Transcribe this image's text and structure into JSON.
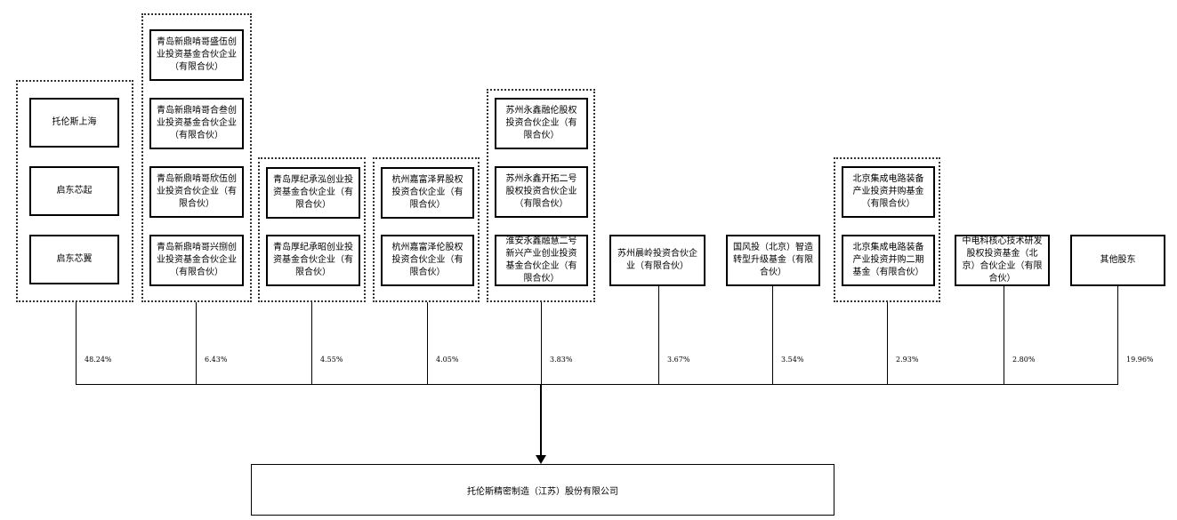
{
  "shareholders": [
    {
      "percent": "48.24%",
      "entities": [
        "托伦斯上海",
        "启东芯起",
        "启东芯翼"
      ]
    },
    {
      "percent": "6.43%",
      "entities": [
        "青岛新鼎啃哥盛伍创业投资基金合伙企业（有限合伙）",
        "青岛新鼎啃哥合叁创业投资基金合伙企业（有限合伙）",
        "青岛新鼎啃哥欣伍创业投资合伙企业（有限合伙）",
        "青岛新鼎啃哥兴捌创业投资基金合伙企业（有限合伙）"
      ]
    },
    {
      "percent": "4.55%",
      "entities": [
        "青岛厚纪承泓创业投资基金合伙企业（有限合伙）",
        "青岛厚纪承昭创业投资基金合伙企业（有限合伙）"
      ]
    },
    {
      "percent": "4.05%",
      "entities": [
        "杭州嘉富泽昇股权投资合伙企业（有限合伙）",
        "杭州嘉富泽伦股权投资合伙企业（有限合伙）"
      ]
    },
    {
      "percent": "3.83%",
      "entities": [
        "苏州永鑫融伦股权投资合伙企业（有限合伙）",
        "苏州永鑫开拓二号股权投资合伙企业（有限合伙）",
        "淮安永鑫融慧二号新兴产业创业投资基金合伙企业（有限合伙）"
      ]
    },
    {
      "percent": "3.67%",
      "entities": [
        "苏州晨岭投资合伙企业（有限合伙）"
      ]
    },
    {
      "percent": "3.54%",
      "entities": [
        "国风投（北京）智造转型升级基金（有限合伙）"
      ]
    },
    {
      "percent": "2.93%",
      "entities": [
        "北京集成电路装备产业投资并购基金（有限合伙）",
        "北京集成电路装备产业投资并购二期基金（有限合伙）"
      ]
    },
    {
      "percent": "2.80%",
      "entities": [
        "中电科核心技术研发股权投资基金（北京）合伙企业（有限合伙）"
      ]
    },
    {
      "percent": "19.96%",
      "entities": [
        "其他股东"
      ]
    }
  ],
  "company": "托伦斯精密制造（江苏）股份有限公司"
}
